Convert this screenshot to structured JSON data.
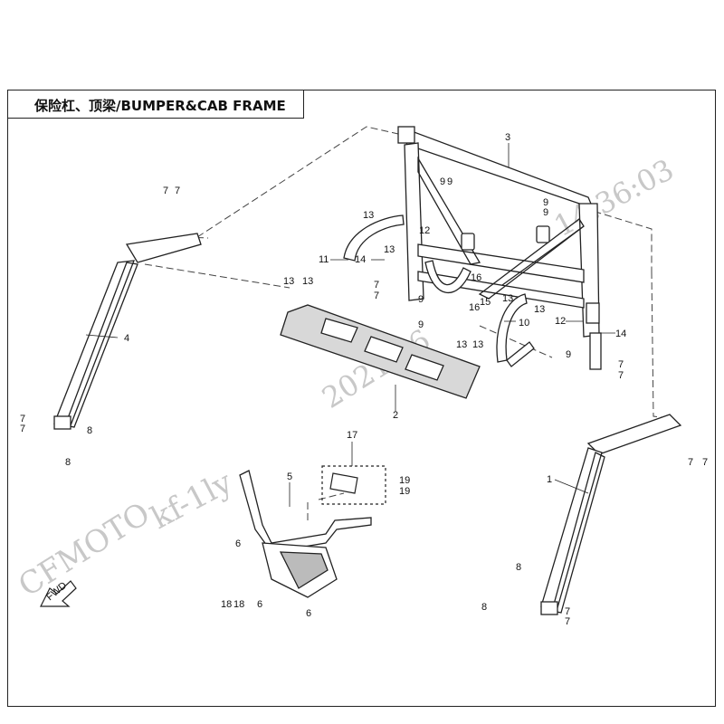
{
  "title": "保险杠、顶梁/BUMPER&CAB FRAME",
  "watermark": {
    "brand": "CFMOTO",
    "user": "kf-1ly",
    "date": "2021-06",
    "time": "14:36:03"
  },
  "fwd_label": "FWD",
  "callouts": [
    {
      "id": "c1",
      "text": "1"
    },
    {
      "id": "c2",
      "text": "2"
    },
    {
      "id": "c3",
      "text": "3"
    },
    {
      "id": "c4",
      "text": "4"
    },
    {
      "id": "c5",
      "text": "5"
    },
    {
      "id": "c6a",
      "text": "6"
    },
    {
      "id": "c6b",
      "text": "6"
    },
    {
      "id": "c6c",
      "text": "6"
    },
    {
      "id": "c7a",
      "text": "7"
    },
    {
      "id": "c7b",
      "text": "7"
    },
    {
      "id": "c7c",
      "text": "7"
    },
    {
      "id": "c7d",
      "text": "7"
    },
    {
      "id": "c7e",
      "text": "7"
    },
    {
      "id": "c7f",
      "text": "7"
    },
    {
      "id": "c7g",
      "text": "7"
    },
    {
      "id": "c7h",
      "text": "7"
    },
    {
      "id": "c7i",
      "text": "7"
    },
    {
      "id": "c7j",
      "text": "7"
    },
    {
      "id": "c7k",
      "text": "7"
    },
    {
      "id": "c7l",
      "text": "7"
    },
    {
      "id": "c8a",
      "text": "8"
    },
    {
      "id": "c8b",
      "text": "8"
    },
    {
      "id": "c8c",
      "text": "8"
    },
    {
      "id": "c8d",
      "text": "8"
    },
    {
      "id": "c9a",
      "text": "9"
    },
    {
      "id": "c9b",
      "text": "9"
    },
    {
      "id": "c9c",
      "text": "9"
    },
    {
      "id": "c9d",
      "text": "9"
    },
    {
      "id": "c9e",
      "text": "9"
    },
    {
      "id": "c9f",
      "text": "9"
    },
    {
      "id": "c9g",
      "text": "9"
    },
    {
      "id": "c10",
      "text": "10"
    },
    {
      "id": "c11",
      "text": "11"
    },
    {
      "id": "c12a",
      "text": "12"
    },
    {
      "id": "c12b",
      "text": "12"
    },
    {
      "id": "c13a",
      "text": "13"
    },
    {
      "id": "c13b",
      "text": "13"
    },
    {
      "id": "c13c",
      "text": "13"
    },
    {
      "id": "c13d",
      "text": "13"
    },
    {
      "id": "c13e",
      "text": "13"
    },
    {
      "id": "c13f",
      "text": "13"
    },
    {
      "id": "c13g",
      "text": "13"
    },
    {
      "id": "c13h",
      "text": "13"
    },
    {
      "id": "c14a",
      "text": "14"
    },
    {
      "id": "c14b",
      "text": "14"
    },
    {
      "id": "c15",
      "text": "15"
    },
    {
      "id": "c16a",
      "text": "16"
    },
    {
      "id": "c16b",
      "text": "16"
    },
    {
      "id": "c17",
      "text": "17"
    },
    {
      "id": "c18a",
      "text": "18"
    },
    {
      "id": "c18b",
      "text": "18"
    },
    {
      "id": "c19a",
      "text": "19"
    },
    {
      "id": "c19b",
      "text": "19"
    }
  ]
}
